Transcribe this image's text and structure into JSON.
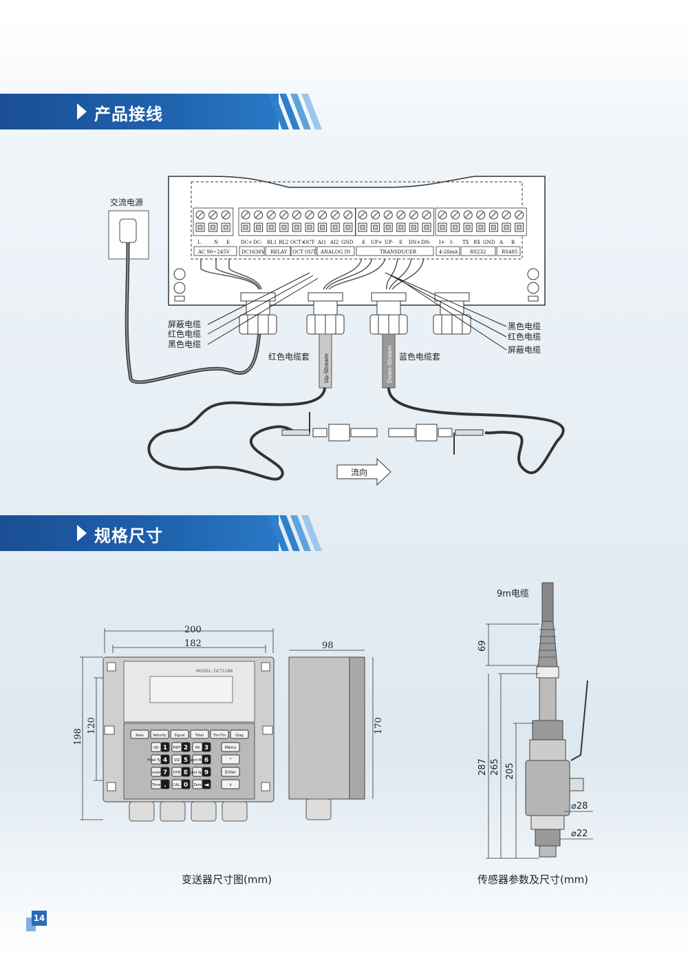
{
  "sections": {
    "wiring_title": "产品接线",
    "dimensions_title": "规格尺寸"
  },
  "wiring": {
    "ac_power": "交流电源",
    "terminal_top_groups": [
      [
        "L",
        "N",
        "E"
      ],
      [
        "DC+",
        "DC-",
        "RL1",
        "RL2",
        "OCT+",
        "OCT-",
        "AI1",
        "AI2",
        "GND"
      ],
      [
        "E",
        "UP+",
        "UP-",
        "E",
        "DN+",
        "DN-"
      ],
      [
        "I+",
        "I-",
        "TX",
        "RX",
        "GND",
        "A",
        "B"
      ]
    ],
    "terminal_bottom_labels": [
      "AC 90~245V",
      "DC1636V",
      "RELAY",
      "OCT OUT",
      "ANALOG IN",
      "TRANSDUCER",
      "4-20mA",
      "RS232",
      "RS485"
    ],
    "left_cables": [
      "屏蔽电缆",
      "红色电缆",
      "黑色电缆"
    ],
    "right_cables": [
      "黑色电缆",
      "红色电缆",
      "屏蔽电缆"
    ],
    "red_sleeve": "红色电缆套",
    "blue_sleeve": "蓝色电缆套",
    "upstream": "Up-Stream",
    "downstream": "Down-Stream",
    "flow_direction": "流向"
  },
  "transmitter": {
    "dims": {
      "w200": "200",
      "w182": "182",
      "w98": "98",
      "h198": "198",
      "h120": "120",
      "h170": "170"
    },
    "model": "MODEL: DCT1188",
    "keys_top": [
      "Rate",
      "Velocity",
      "Signal",
      "Total",
      "Tim-Tm",
      "Diag"
    ],
    "keys_rows": [
      [
        [
          "OD",
          "1"
        ],
        [
          "PWT",
          "2"
        ],
        [
          "PR",
          "3"
        ]
      ],
      [
        [
          "Fluid Type",
          "4"
        ],
        [
          "VIZ",
          "5"
        ],
        [
          "Insert Mode",
          "6"
        ]
      ],
      [
        [
          "Install",
          "7"
        ],
        [
          "DYN",
          "8"
        ],
        [
          "Sound Speed",
          "9"
        ]
      ],
      [
        [
          "Time",
          "."
        ],
        [
          "CAL.",
          "0"
        ],
        [
          "Zero",
          "◄"
        ]
      ]
    ],
    "keys_side": [
      "Menu",
      "^",
      "Enter",
      "v"
    ],
    "caption": "变送器尺寸图(mm)"
  },
  "sensor": {
    "cable": "9m电缆",
    "dims": {
      "h69": "69",
      "h287": "287",
      "h265": "265",
      "h205": "205",
      "d28": "⌀28",
      "d22": "⌀22"
    },
    "caption": "传感器参数及尺寸(mm)"
  },
  "page_number": "14"
}
